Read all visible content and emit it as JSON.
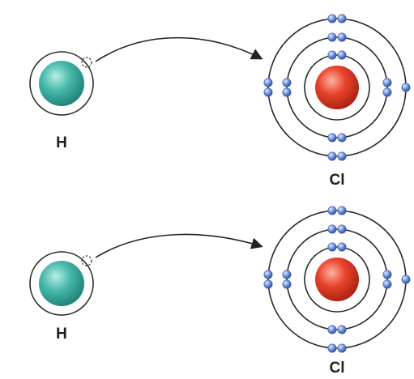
{
  "panels": [
    {
      "id": "top",
      "hydrogen_label": "H",
      "chlorine_label": "Cl"
    },
    {
      "id": "bottom",
      "hydrogen_label": "H",
      "chlorine_label": "Cl"
    }
  ],
  "colors": {
    "hydrogen_nucleus": "#3fb7a9",
    "chlorine_nucleus": "#e8432c",
    "electron": "#6b8fd9",
    "shell": "#2a2a2a"
  },
  "chlorine_shells": {
    "electrons_per_shell": [
      2,
      8,
      7
    ]
  }
}
